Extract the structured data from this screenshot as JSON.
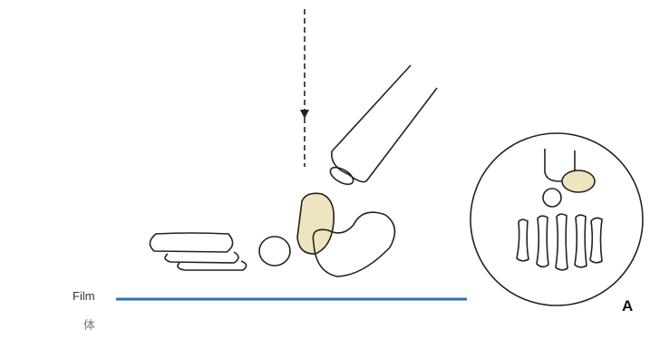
{
  "labels": {
    "film": "Film",
    "film_sub": "体",
    "panel": "A"
  },
  "colors": {
    "outline": "#222222",
    "highlight": "#efe4c0",
    "film_line": "#2f6fb0"
  },
  "icons": [
    "beam-arrow-icon"
  ]
}
